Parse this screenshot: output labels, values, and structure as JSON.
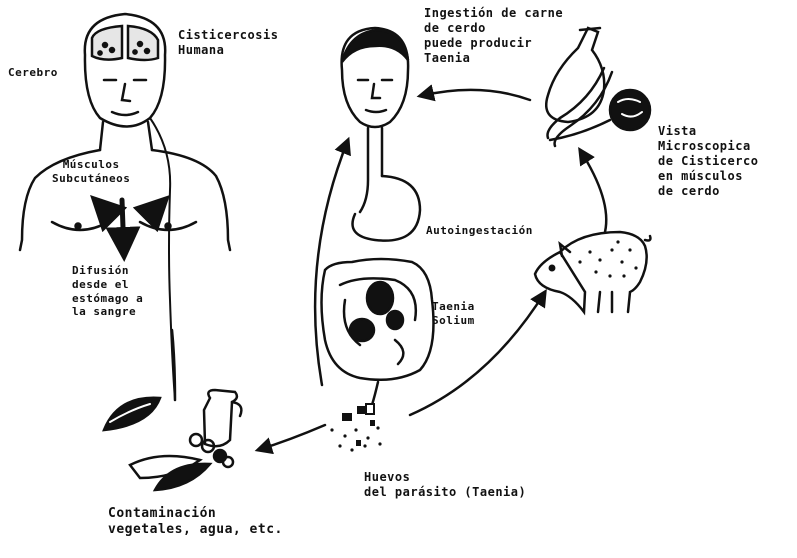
{
  "labels": {
    "cerebro": "Cerebro",
    "cisticercosis": "Cisticercosis\nHumana",
    "musculos": "Músculos\nSubcutáneos",
    "difusion": "Difusión\ndesde el\nestómago a\nla sangre",
    "ingestion": "Ingestión de carne\nde cerdo\npuede producir\nTaenia",
    "vista": "Vista Microscopica\nde Cisticerco\nen músculos\nde cerdo",
    "autoingestacion": "Autoingestación",
    "taenia_solium": "Taenia\nSolium",
    "huevos": "Huevos\ndel parásito (Taenia)",
    "contaminacion": "Contaminación\nvegetales, agua, etc."
  },
  "colors": {
    "ink": "#111111",
    "background": "#ffffff"
  }
}
